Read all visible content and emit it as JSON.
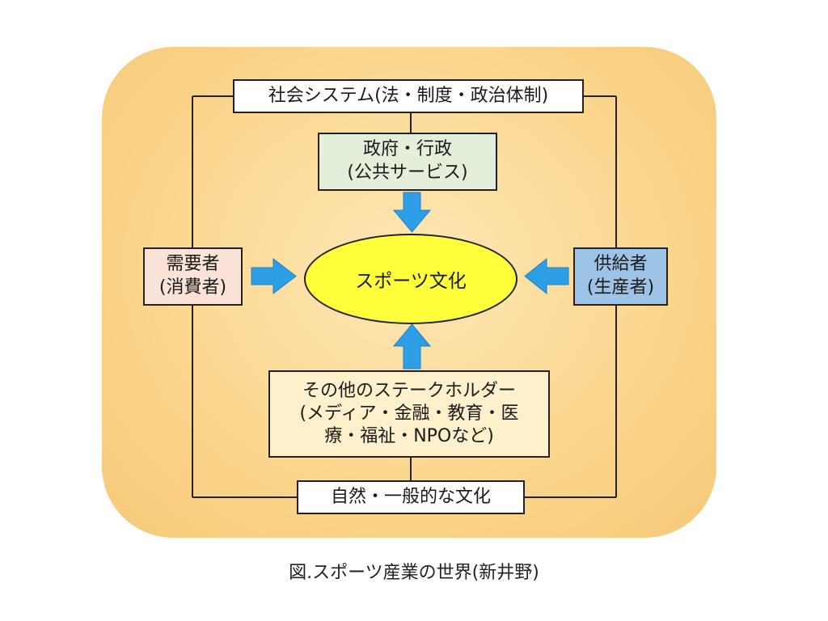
{
  "diagram": {
    "core_label": "スポーツ文化",
    "social_system": "社会システム(法・制度・政治体制)",
    "government": {
      "line1": "政府・行政",
      "line2": "(公共サービス)"
    },
    "demand": {
      "line1": "需要者",
      "line2": "(消費者)"
    },
    "supply": {
      "line1": "供給者",
      "line2": "(生産者)"
    },
    "stakeholders": {
      "line1": "その他のステークホルダー",
      "line2": "(メディア・金融・教育・医",
      "line3": "療・福祉・NPOなど)"
    },
    "nature_culture": "自然・一般的な文化"
  },
  "caption": "図.スポーツ産業の世界(新井野)",
  "colors": {
    "panel": "#fbd790",
    "core": "#ffff3c",
    "government": "#e3efdb",
    "demand": "#fbe4d7",
    "supply": "#9dc3e6",
    "stakeholders": "#fff0cc",
    "arrow": "#2e9fe6"
  }
}
